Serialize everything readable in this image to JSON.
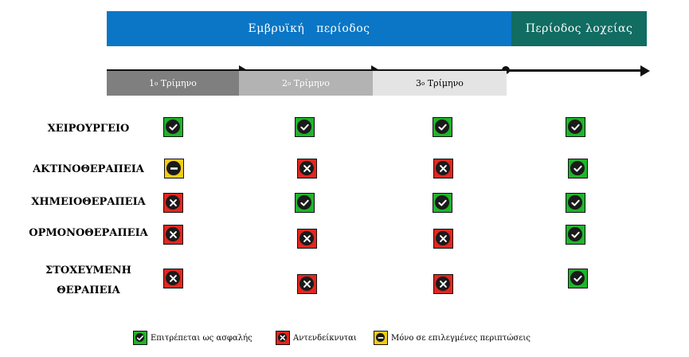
{
  "header": {
    "pregnancy": "Εμβρυϊκή   περίοδος",
    "postpartum": "Περίοδος λοχείας"
  },
  "trimesters": [
    {
      "num": "1",
      "sup": "ο",
      "label": "Τρίμηνο"
    },
    {
      "num": "2",
      "sup": "ο",
      "label": "Τρίμηνο"
    },
    {
      "num": "3",
      "sup": "ο",
      "label": "Τρίμηνο"
    }
  ],
  "rows": [
    {
      "label_lines": [
        "ΧΕΙΡΟΥΡΓΕΙΟ"
      ],
      "status": [
        "allowed",
        "allowed",
        "allowed",
        "allowed"
      ]
    },
    {
      "label_lines": [
        "ΑΚΤΙΝΟΘΕΡΑΠΕΙΑ"
      ],
      "status": [
        "selected",
        "contraindicated",
        "contraindicated",
        "allowed"
      ]
    },
    {
      "label_lines": [
        "ΧΗΜΕΙΟΘΕΡΑΠΕΙΑ"
      ],
      "status": [
        "contraindicated",
        "allowed",
        "allowed",
        "allowed"
      ]
    },
    {
      "label_lines": [
        "ΟΡΜΟΝΟΘΕΡΑΠΕΙΑ"
      ],
      "status": [
        "contraindicated",
        "contraindicated",
        "contraindicated",
        "allowed"
      ]
    },
    {
      "label_lines": [
        "ΣΤΟΧΕΥΜΕΝΗ",
        "ΘΕΡΑΠΕΙΑ"
      ],
      "status": [
        "contraindicated",
        "contraindicated",
        "contraindicated",
        "allowed"
      ]
    }
  ],
  "legend": {
    "allowed": "Επιτρέπεται ως ασφαλής",
    "contraindicated": "Αντενδείκνυται",
    "selected": "Μόνο σε επιλεγμένες περιπτώσεις"
  },
  "icons": {
    "allowed": "check-icon",
    "contraindicated": "x-icon",
    "selected": "minus-icon"
  },
  "colors": {
    "pregnancy_band": "#0b76c5",
    "postpartum_band": "#116c62",
    "trimester_1": "#7f7f7f",
    "trimester_2": "#b3b3b3",
    "trimester_3": "#e4e4e4",
    "allowed": "#1fb42b",
    "contraindicated": "#e2261f",
    "selected": "#f2cc14"
  }
}
